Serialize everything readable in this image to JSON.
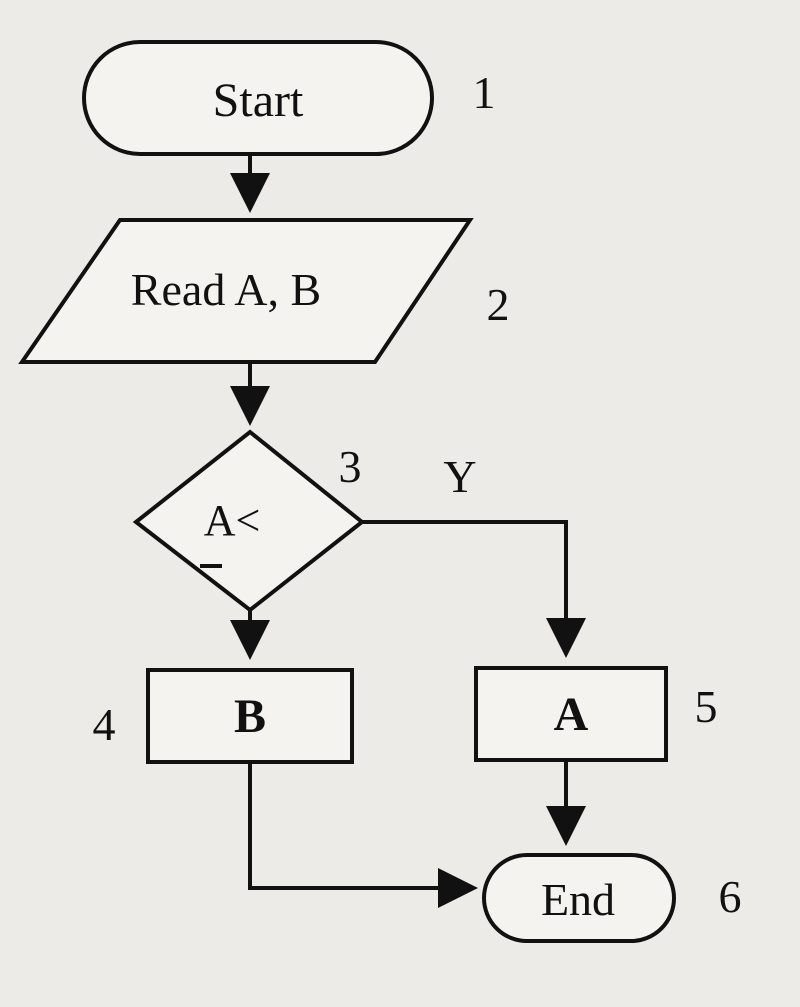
{
  "diagram": {
    "start": {
      "label": "Start",
      "step": "1"
    },
    "input": {
      "label": "Read A, B",
      "step": "2"
    },
    "decision": {
      "label": "A<",
      "step": "3",
      "yes_label": "Y"
    },
    "box_b": {
      "label": "B",
      "step": "4"
    },
    "box_a": {
      "label": "A",
      "step": "5"
    },
    "end": {
      "label": "End",
      "step": "6"
    }
  },
  "colors": {
    "background": "#ecebe8",
    "stroke": "#111111"
  }
}
